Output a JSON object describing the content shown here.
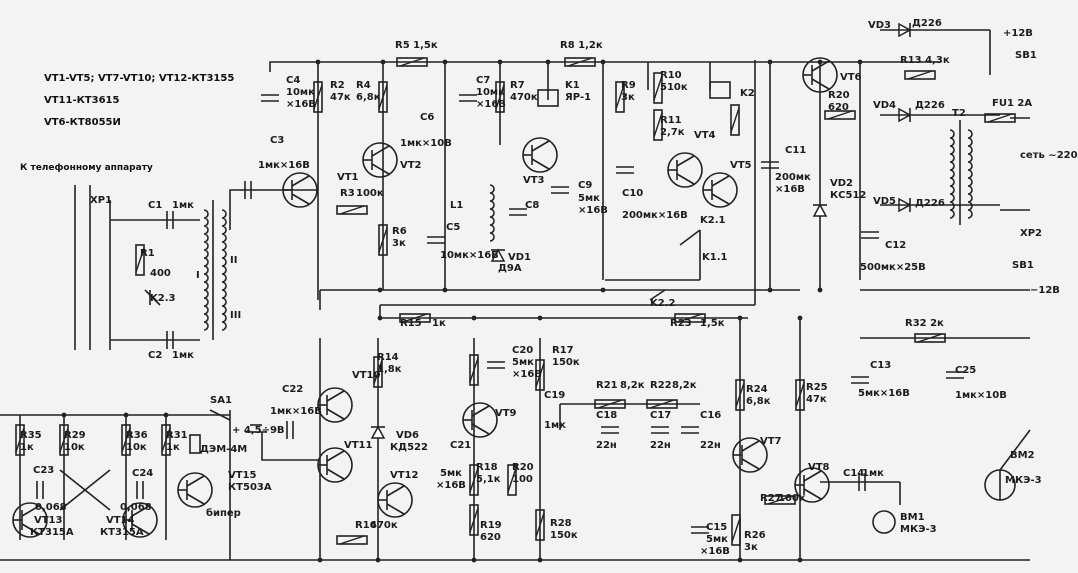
{
  "notes": {
    "line1": "VT1-VT5; VT7-VT10; VT12-КТ3155",
    "line2": "VT11-КТ3615",
    "line3": "VT6-КТ8055И",
    "telephone": "К телефонному аппарату"
  },
  "labels": {
    "R5": "R5 1,5к",
    "R8": "R8 1,2к",
    "VD3": "VD3",
    "D226a": "Д226",
    "plus12": "+12В",
    "SB1a": "SB1",
    "R13": "R13 4,3к",
    "VT6": "VT6",
    "C4": "C4",
    "C4v": "10мк",
    "C4v2": "×16В",
    "R2": "R2",
    "R2v": "47к",
    "R4": "R4",
    "R4v": "6,8к",
    "C7": "C7",
    "C7v": "10мк",
    "C7v2": "×16В",
    "R7": "R7",
    "R7v": "470к",
    "K1": "K1",
    "K1v": "ЯР-1",
    "R9": "R9",
    "R9v": "3к",
    "R10": "R10",
    "R10v": "510к",
    "K2": "K2",
    "R20a": "R20",
    "R20av": "620",
    "VD4": "VD4",
    "D226b": "Д226",
    "T2": "T2",
    "FU1": "FU1 2А",
    "net": "сеть ~220",
    "R11": "R11",
    "R11v": "2,7к",
    "C6": "C6",
    "C6v": "1мк×10В",
    "C3": "C3",
    "C3v": "1мк×16В",
    "VT1": "VT1",
    "VT2": "VT2",
    "VT3": "VT3",
    "VT4": "VT4",
    "VT5": "VT5",
    "C11": "C11",
    "C11v": "200мк",
    "C11v2": "×16В",
    "VD2": "VD2",
    "VD2v": "КС512",
    "VD5": "VD5",
    "D226c": "Д226",
    "R3": "R3",
    "R3v": "100к",
    "C9": "C9",
    "C9v": "5мк",
    "C9v2": "×16В",
    "C10": "C10",
    "C10v": "200мк×16В",
    "K21": "K2.1",
    "XP1": "XP1",
    "C1": "C1",
    "C1v": "1мк",
    "L1": "L1",
    "C8": "C8",
    "R6": "R6",
    "R6v": "3к",
    "C5": "C5",
    "C5v": "10мк×16В",
    "C12": "C12",
    "C12v": "500мк×25В",
    "XP2": "XP2",
    "R1": "R1",
    "R1v": "400",
    "VD1": "VD1",
    "VD1v": "Д9А",
    "K11": "K1.1",
    "SB1b": "SB1",
    "minus12": "−12В",
    "T1": "I",
    "II": "II",
    "III": "III",
    "K23": "K2.3",
    "K22": "K2.2",
    "C2": "C2",
    "C2v": "1мк",
    "R15": "R15",
    "R15v": "1к",
    "R23": "R23",
    "R23v": "1,5к",
    "R32": "R32 2к",
    "C20": "C20",
    "C20v": "5мк",
    "C20v2": "×16В",
    "R17": "R17",
    "R17v": "150к",
    "R14": "R14",
    "R14v": "1,8к",
    "VT10": "VT10",
    "C13": "C13",
    "C13v": "5мк×16В",
    "C25": "C25",
    "C25v": "1мк×10В",
    "R21": "R21",
    "R21v": "8,2к",
    "R22": "R22",
    "R22v": "8,2к",
    "R24": "R24",
    "R24v": "6,8к",
    "R25": "R25",
    "R25v": "47к",
    "C19": "C19",
    "C19v": "1мк",
    "VT9": "VT9",
    "C18": "C18",
    "C18v": "22н",
    "C17": "C17",
    "C17v": "22н",
    "C16": "C16",
    "C16v": "22н",
    "SA1": "SA1",
    "bat": "+ 4,5÷9В",
    "C22": "C22",
    "C22v": "1мк×16В",
    "VD6": "VD6",
    "VD6v": "КД522",
    "VT11": "VT11",
    "VT7": "VT7",
    "VT8": "VT8",
    "BM2": "BM2",
    "BM2v": "МКЭ-3",
    "R35": "R35",
    "R35v": "1к",
    "R29": "R29",
    "R29v": "10к",
    "R36": "R36",
    "R36v": "10к",
    "R31": "R31",
    "R31v": "1к",
    "DEM": "ДЭМ-4М",
    "C21": "C21",
    "C23": "C23",
    "C23v": "0,068",
    "C24": "C24",
    "C24v": "0,068",
    "VT12": "VT12",
    "R18": "R18",
    "R18v": "5,1к",
    "R20": "R20",
    "R20v": "100",
    "C14": "C14",
    "C14v": "1мк",
    "C21v": "5мк",
    "C21v2": "×16В",
    "VT15": "VT15",
    "VT15v": "КТ503А",
    "BEEP": "бипер",
    "R27": "R27",
    "R27v": "100к",
    "BM1": "BM1",
    "BM1v": "МКЭ-3",
    "VT13": "VT13",
    "VT13v": "КТ315А",
    "VT14": "VT14",
    "VT14v": "КТ315А",
    "R16": "R16",
    "R16v": "470к",
    "R19": "R19",
    "R19v": "620",
    "R28": "R28",
    "R28v": "150к",
    "C15": "C15",
    "C15v": "5мк",
    "C15v2": "×16В",
    "R26": "R26",
    "R26v": "3к"
  }
}
